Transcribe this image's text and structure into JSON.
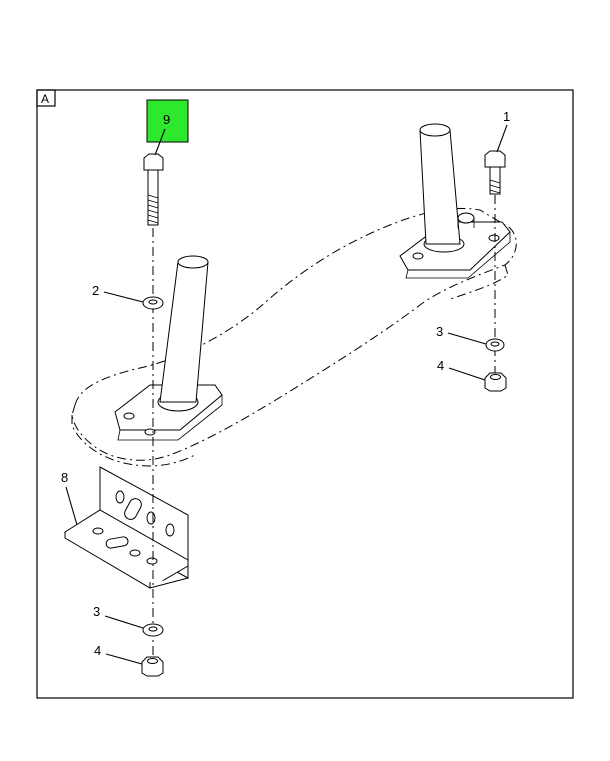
{
  "diagram": {
    "view_label": "A",
    "highlight_color": "#2ee82e",
    "callouts": [
      {
        "id": "c9",
        "text": "9",
        "highlighted": true
      },
      {
        "id": "c1",
        "text": "1",
        "highlighted": false
      },
      {
        "id": "c2",
        "text": "2",
        "highlighted": false
      },
      {
        "id": "c3a",
        "text": "3",
        "highlighted": false
      },
      {
        "id": "c4a",
        "text": "4",
        "highlighted": false
      },
      {
        "id": "c8",
        "text": "8",
        "highlighted": false
      },
      {
        "id": "c3b",
        "text": "3",
        "highlighted": false
      },
      {
        "id": "c4b",
        "text": "4",
        "highlighted": false
      }
    ]
  }
}
